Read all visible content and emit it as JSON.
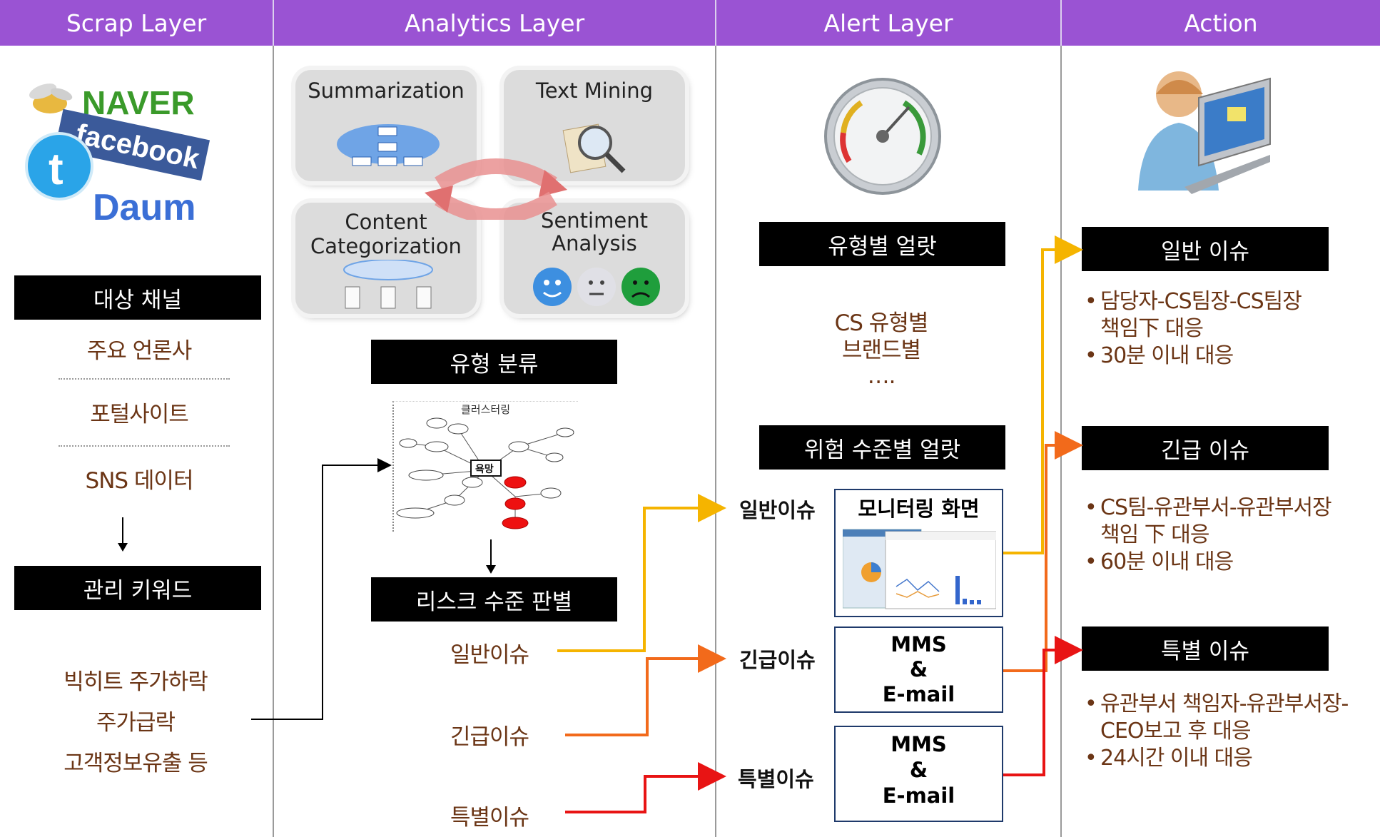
{
  "headers": {
    "scrap": "Scrap Layer",
    "analytics": "Analytics Layer",
    "alert": "Alert Layer",
    "action": "Action"
  },
  "scrap": {
    "logos": {
      "naver": "NAVER",
      "facebook": "facebook",
      "daum": "Daum"
    },
    "target_channel": "대상 채널",
    "channels": [
      "주요 언론사",
      "포털사이트",
      "SNS 데이터"
    ],
    "keyword_box": "관리 키워드",
    "keywords": [
      "빅히트 주가하락",
      "주가급락",
      "고객정보유출 등"
    ]
  },
  "analytics": {
    "quadrants": {
      "summarization": "Summarization",
      "text_mining": "Text  Mining",
      "content_cat_1": "Content",
      "content_cat_2": "Categorization",
      "sentiment_1": "Sentiment",
      "sentiment_2": "Analysis"
    },
    "classify_box": "유형 분류",
    "cluster_title": "클러스터링",
    "cluster_center": "욕망",
    "risk_box": "리스크 수준 판별",
    "levels": [
      "일반이슈",
      "긴급이슈",
      "특별이슈"
    ]
  },
  "alert": {
    "type_alert_box": "유형별 얼랏",
    "type_lines": [
      "CS 유형별",
      "브랜드별",
      "…."
    ],
    "risk_alert_box": "위험 수준별 얼랏",
    "level_labels": [
      "일반이슈",
      "긴급이슈",
      "특별이슈"
    ],
    "monitor_title": "모니터링 화면",
    "mms": [
      "MMS",
      "&",
      "E-mail"
    ]
  },
  "action": {
    "general_box": "일반 이슈",
    "general_items": [
      "담당자-CS팀장-CS팀장",
      "책임下 대응",
      "30분 이내 대응"
    ],
    "urgent_box": "긴급 이슈",
    "urgent_items": [
      "CS팀-유관부서-유관부서장",
      "책임 下 대응",
      "60분 이내 대응"
    ],
    "special_box": "특별 이슈",
    "special_items": [
      "유관부서 책임자-유관부서장-",
      "CEO보고 후 대응",
      "24시간 이내 대응"
    ]
  },
  "colors": {
    "header": "#9a53d3",
    "text_brown": "#6b3515",
    "flow_yellow": "#f5b400",
    "flow_orange": "#f26a1b",
    "flow_red": "#e81414"
  }
}
